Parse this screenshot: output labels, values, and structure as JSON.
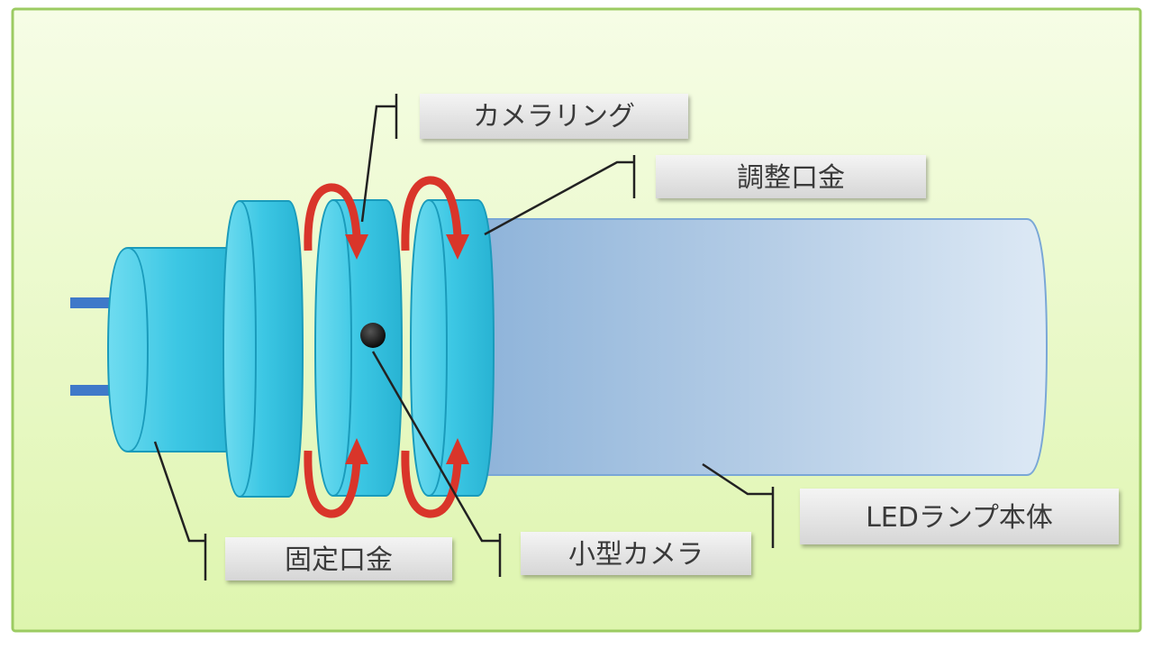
{
  "labels": {
    "camera_ring": "カメラリング",
    "adjust_cap": "調整口金",
    "led_body": "LEDランプ本体",
    "fixed_cap": "固定口金",
    "small_camera": "小型カメラ"
  },
  "colors": {
    "panel_bg": "#e9f9c4",
    "panel_border": "#9ccb62",
    "cylinder": "#35c6e3",
    "cylinder_edge": "#1a9bbb",
    "tube_left": "#8eb6dc",
    "tube_right": "#dbe8f4",
    "arrow": "#d9352a",
    "pin": "#3f79c9",
    "leader": "#222222",
    "label_bg": "#e3e3e3"
  }
}
